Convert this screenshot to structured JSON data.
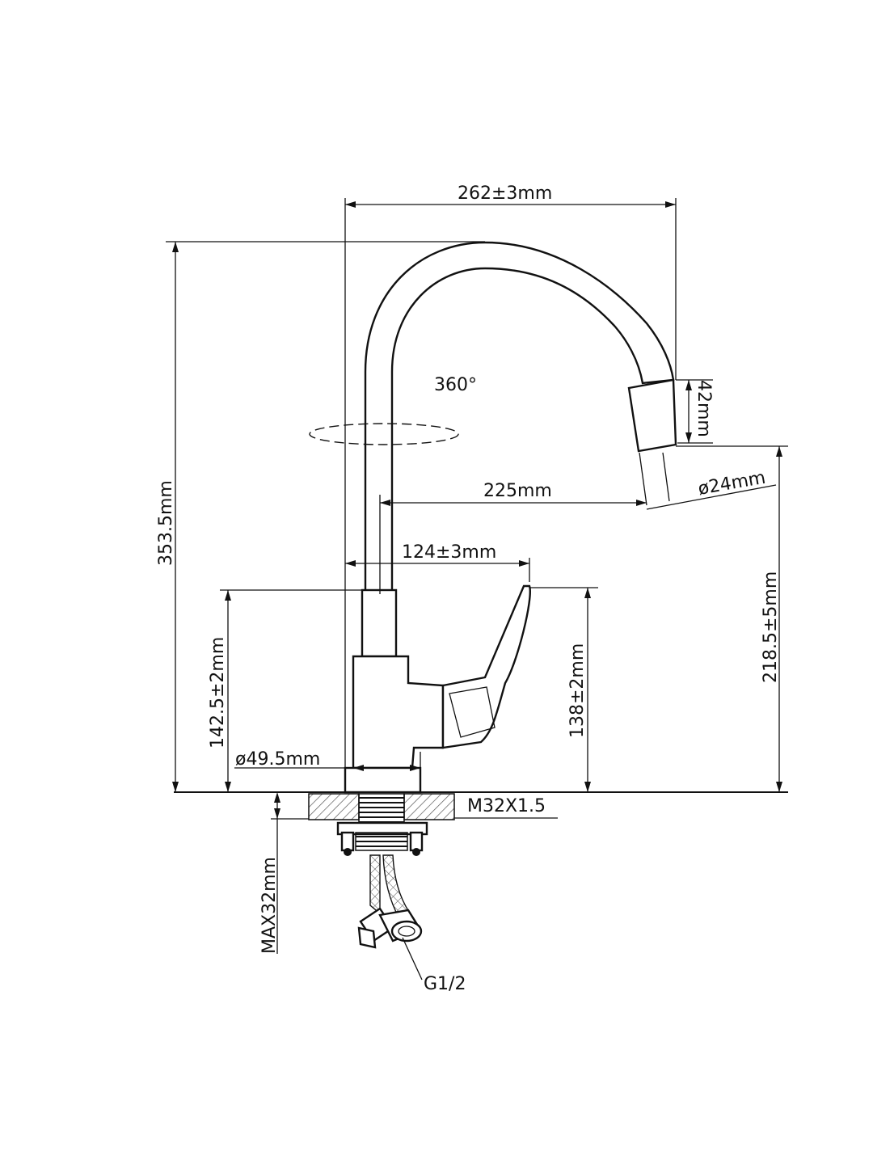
{
  "labels": {
    "total_width": "262±3mm",
    "total_height": "353.5mm",
    "rotation": "360°",
    "aerator_height": "42mm",
    "aerator_diameter": "ø24mm",
    "spout_reach": "225mm",
    "handle_reach": "124±3mm",
    "body_height": "142.5±2mm",
    "handle_height": "138±2mm",
    "spout_clearance": "218.5±5mm",
    "base_diameter": "ø49.5mm",
    "thread": "M32X1.5",
    "max_counter": "MAX32mm",
    "hose_fitting": "G1/2"
  }
}
